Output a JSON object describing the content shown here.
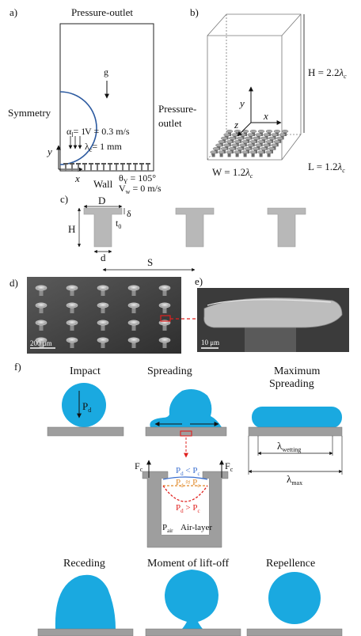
{
  "panel_a": {
    "label": "a)",
    "top_bc": "Pressure-outlet",
    "left_bc": "Symmetry",
    "right_bc_1": "Pressure-",
    "right_bc_2": "outlet",
    "gravity": "g",
    "alpha": "α",
    "alpha_sub": "l",
    "alpha_val": "= 1",
    "velocity": "V = 0.3 m/s",
    "lambda": "λ",
    "lambda_sub": "c",
    "lambda_val": "= 1 mm",
    "axis_y": "y",
    "axis_x": "x",
    "wall": "Wall",
    "theta": "θ",
    "theta_sub": "Y",
    "theta_val": " = 105°",
    "vw": "V",
    "vw_sub": "w",
    "vw_val": " = 0 m/s"
  },
  "panel_b": {
    "label": "b)",
    "axis_y": "y",
    "axis_x": "x",
    "axis_z": "z",
    "height": "H = 2.2",
    "width": "W = 1.2",
    "length": "L = 1.2",
    "lambda": "λ",
    "lambda_sub": "c"
  },
  "panel_c": {
    "label": "c)",
    "D": "D",
    "delta": "δ",
    "H": "H",
    "t0": "t",
    "t0_sub": "0",
    "d": "d",
    "S": "S"
  },
  "panel_d": {
    "label": "d)",
    "scale": "200 μm"
  },
  "panel_e": {
    "label": "e)",
    "scale": "10 μm"
  },
  "panel_f": {
    "label": "f)",
    "impact": "Impact",
    "pd": "P",
    "pd_sub": "d",
    "spreading": "Spreading",
    "max_spread_1": "Maximum",
    "max_spread_2": "Spreading",
    "lambda_wetting": "λ",
    "lambda_wetting_sub": "wetting",
    "lambda_max": "λ",
    "lambda_max_sub": "max",
    "fc": "F",
    "fc_sub": "c",
    "pd_lt_pc": "P",
    "pd_lt_pc_rest": " < P",
    "pd_eq_pc": "P",
    "pd_eq_pc_rest": " ≈ P",
    "pd_gt_pc": "P",
    "pd_gt_pc_rest": " > P",
    "p_air": "P",
    "p_air_sub": "air",
    "air_layer": "Air-layer",
    "receding": "Receding",
    "liftoff": "Moment of lift-off",
    "repellence": "Repellence"
  },
  "colors": {
    "drop": "#1aa9e0",
    "substrate": "#9e9e9e",
    "outline_blue": "#2c5aa0",
    "sem_dark": "#3a3a3a",
    "red": "#e0201e",
    "orange": "#e08a2a",
    "blue_text": "#3a6fd0"
  }
}
